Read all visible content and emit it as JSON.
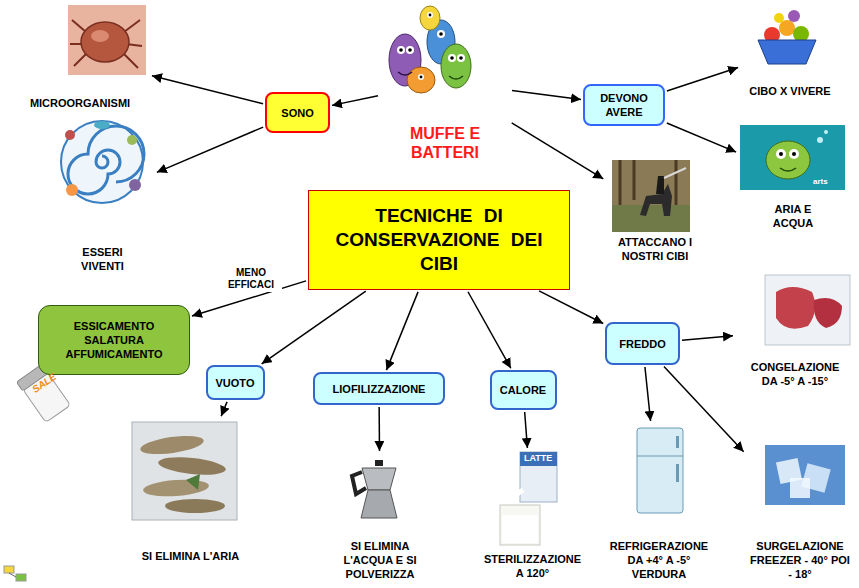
{
  "diagram": {
    "nodes": [
      {
        "text": [
          "MUFFE E BATTERI"
        ]
      },
      {
        "text": [
          "SONO"
        ]
      },
      {
        "text": [
          "MICROORGANISMI"
        ]
      },
      {
        "text": [
          "ESSERI VIVENTI"
        ]
      },
      {
        "text": [
          "DEVONO AVERE"
        ]
      },
      {
        "text": [
          "CIBO X VIVERE"
        ]
      },
      {
        "text": [
          "ARIA E ACQUA"
        ]
      },
      {
        "text": [
          "ATTACCANO I NOSTRI CIBI"
        ]
      },
      {
        "text": [
          "TECNICHE DI CONSERVAZIONE DEI CIBI"
        ]
      },
      {
        "text": [
          "ESSICAMENTO SALATURA AFFUMICAMENTO"
        ]
      },
      {
        "text": [
          "VUOTO"
        ]
      },
      {
        "text": [
          "SI ELIMINA L'ARIA"
        ]
      },
      {
        "text": [
          "LIOFILIZZAZIONE"
        ]
      },
      {
        "text": [
          "SI ELIMINA L'ACQUA E SI POLVERIZZA"
        ]
      },
      {
        "text": [
          "CALORE"
        ]
      },
      {
        "text": [
          "STERILIZZAZIONE A 120°"
        ]
      },
      {
        "text": [
          "FREDDO"
        ]
      },
      {
        "text": [
          "CONGELAZIONE DA -5° A -15°"
        ]
      },
      {
        "text": [
          "REFRIGERAZIONE DA +4° A -5° VERDURA"
        ]
      },
      {
        "text": [
          "SURGELAZIONE FREEZER - 40° POI - 18°"
        ]
      }
    ],
    "edges": [
      {
        "from": 0,
        "to": 1,
        "arrow": "to"
      },
      {
        "from": 1,
        "to": 2,
        "arrow": "to"
      },
      {
        "from": 1,
        "to": 3,
        "arrow": "to"
      },
      {
        "from": 0,
        "to": 4,
        "arrow": "to"
      },
      {
        "from": 4,
        "to": 5,
        "arrow": "to"
      },
      {
        "from": 4,
        "to": 6,
        "arrow": "to"
      },
      {
        "from": 0,
        "to": 7,
        "arrow": "to"
      },
      {
        "from": 8,
        "to": 9,
        "label": "MENO EFFICACI",
        "arrow": "to"
      },
      {
        "from": 8,
        "to": 10,
        "arrow": "to"
      },
      {
        "from": 10,
        "to": 11,
        "arrow": "to"
      },
      {
        "from": 8,
        "to": 12,
        "arrow": "to"
      },
      {
        "from": 12,
        "to": 13,
        "arrow": "to"
      },
      {
        "from": 8,
        "to": 14,
        "arrow": "to"
      },
      {
        "from": 14,
        "to": 15,
        "arrow": "to"
      },
      {
        "from": 8,
        "to": 16,
        "arrow": "to"
      },
      {
        "from": 16,
        "to": 17,
        "arrow": "to"
      },
      {
        "from": 16,
        "to": 18,
        "arrow": "to"
      },
      {
        "from": 16,
        "to": 19,
        "arrow": "to"
      }
    ],
    "labels": [
      "SALE",
      "LATTE",
      "arts"
    ]
  }
}
